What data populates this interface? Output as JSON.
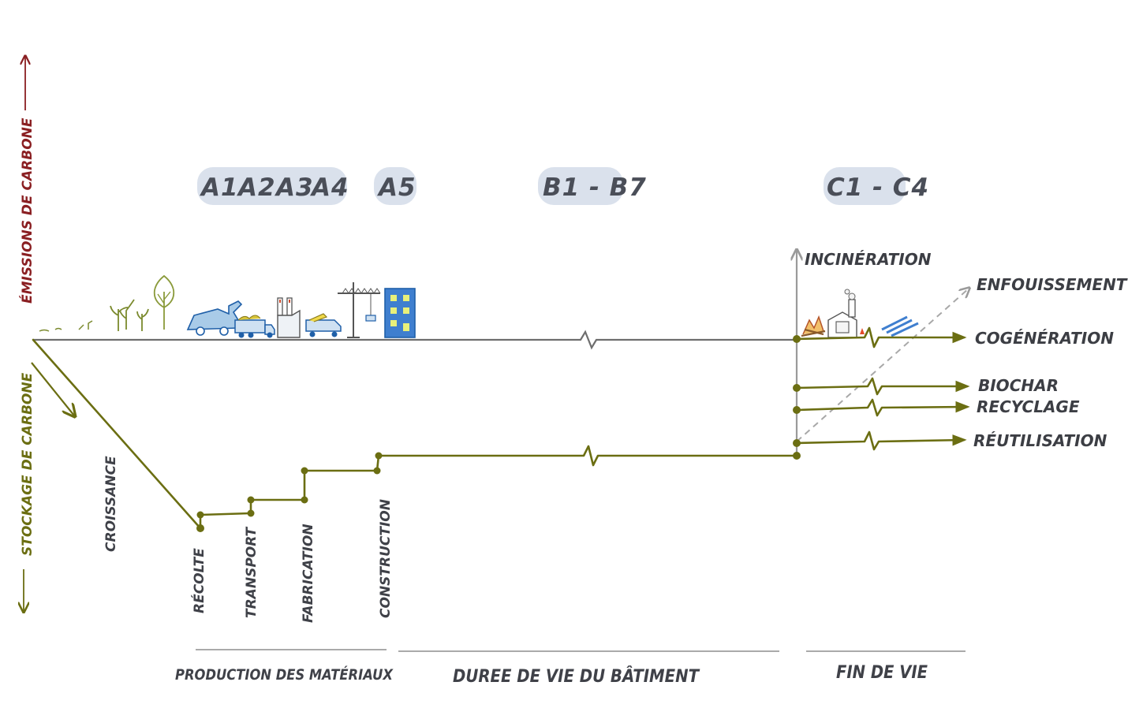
{
  "axes": {
    "up_label": "ÉMISSIONS DE CARBONE",
    "down_label": "STOCKAGE DE CARBONE"
  },
  "stages": [
    {
      "id": "a1",
      "label": "A1"
    },
    {
      "id": "a2",
      "label": "A2"
    },
    {
      "id": "a3",
      "label": "A3"
    },
    {
      "id": "a4",
      "label": "A4"
    },
    {
      "id": "a5",
      "label": "A5"
    },
    {
      "id": "b",
      "label": "B1 - B7"
    },
    {
      "id": "c",
      "label": "C1 - C4"
    }
  ],
  "growth_label": "CROISSANCE",
  "steps": [
    {
      "id": "recolte",
      "label": "RÉCOLTE"
    },
    {
      "id": "transport",
      "label": "TRANSPORT"
    },
    {
      "id": "fabrication",
      "label": "FABRICATION"
    },
    {
      "id": "construction",
      "label": "CONSTRUCTION"
    }
  ],
  "end_of_life": [
    {
      "id": "incineration",
      "label": "INCINÉRATION"
    },
    {
      "id": "enfouissement",
      "label": "ENFOUISSEMENT"
    },
    {
      "id": "cogeneration",
      "label": "COGÉNÉRATION"
    },
    {
      "id": "biochar",
      "label": "BIOCHAR"
    },
    {
      "id": "recyclage",
      "label": "RECYCLAGE"
    },
    {
      "id": "reutilisation",
      "label": "RÉUTILISATION"
    }
  ],
  "phases": [
    {
      "id": "production",
      "label": "PRODUCTION DES MATÉRIAUX"
    },
    {
      "id": "duree",
      "label": "DUREE DE VIE DU BÂTIMENT"
    },
    {
      "id": "fin",
      "label": "FIN DE VIE"
    }
  ],
  "colors": {
    "emission": "#8a1f22",
    "storage": "#6b6e12",
    "baseline": "#6e6e6e",
    "stage_pill": "#d4dce9"
  }
}
